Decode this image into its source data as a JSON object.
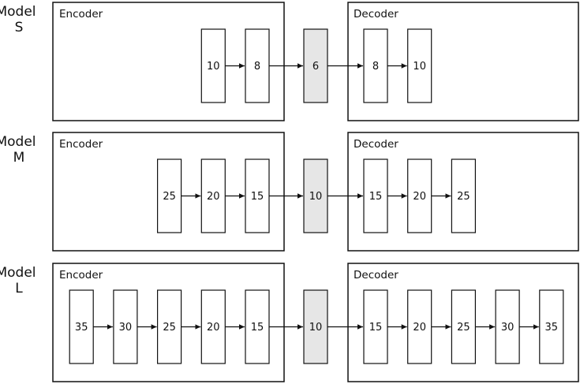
{
  "colors": {
    "stroke": "#111111",
    "layer_fill": "#ffffff",
    "bottleneck_fill": "#e6e6e6"
  },
  "models": [
    {
      "label_line1": "Model",
      "label_line2": "S",
      "encoder_label": "Encoder",
      "decoder_label": "Decoder",
      "encoder_layers": [
        "10",
        "8"
      ],
      "bottleneck": "6",
      "decoder_layers": [
        "8",
        "10"
      ]
    },
    {
      "label_line1": "Model",
      "label_line2": "M",
      "encoder_label": "Encoder",
      "decoder_label": "Decoder",
      "encoder_layers": [
        "25",
        "20",
        "15"
      ],
      "bottleneck": "10",
      "decoder_layers": [
        "15",
        "20",
        "25"
      ]
    },
    {
      "label_line1": "Model",
      "label_line2": "L",
      "encoder_label": "Encoder",
      "decoder_label": "Decoder",
      "encoder_layers": [
        "35",
        "30",
        "25",
        "20",
        "15"
      ],
      "bottleneck": "10",
      "decoder_layers": [
        "15",
        "20",
        "25",
        "30",
        "35"
      ]
    }
  ]
}
